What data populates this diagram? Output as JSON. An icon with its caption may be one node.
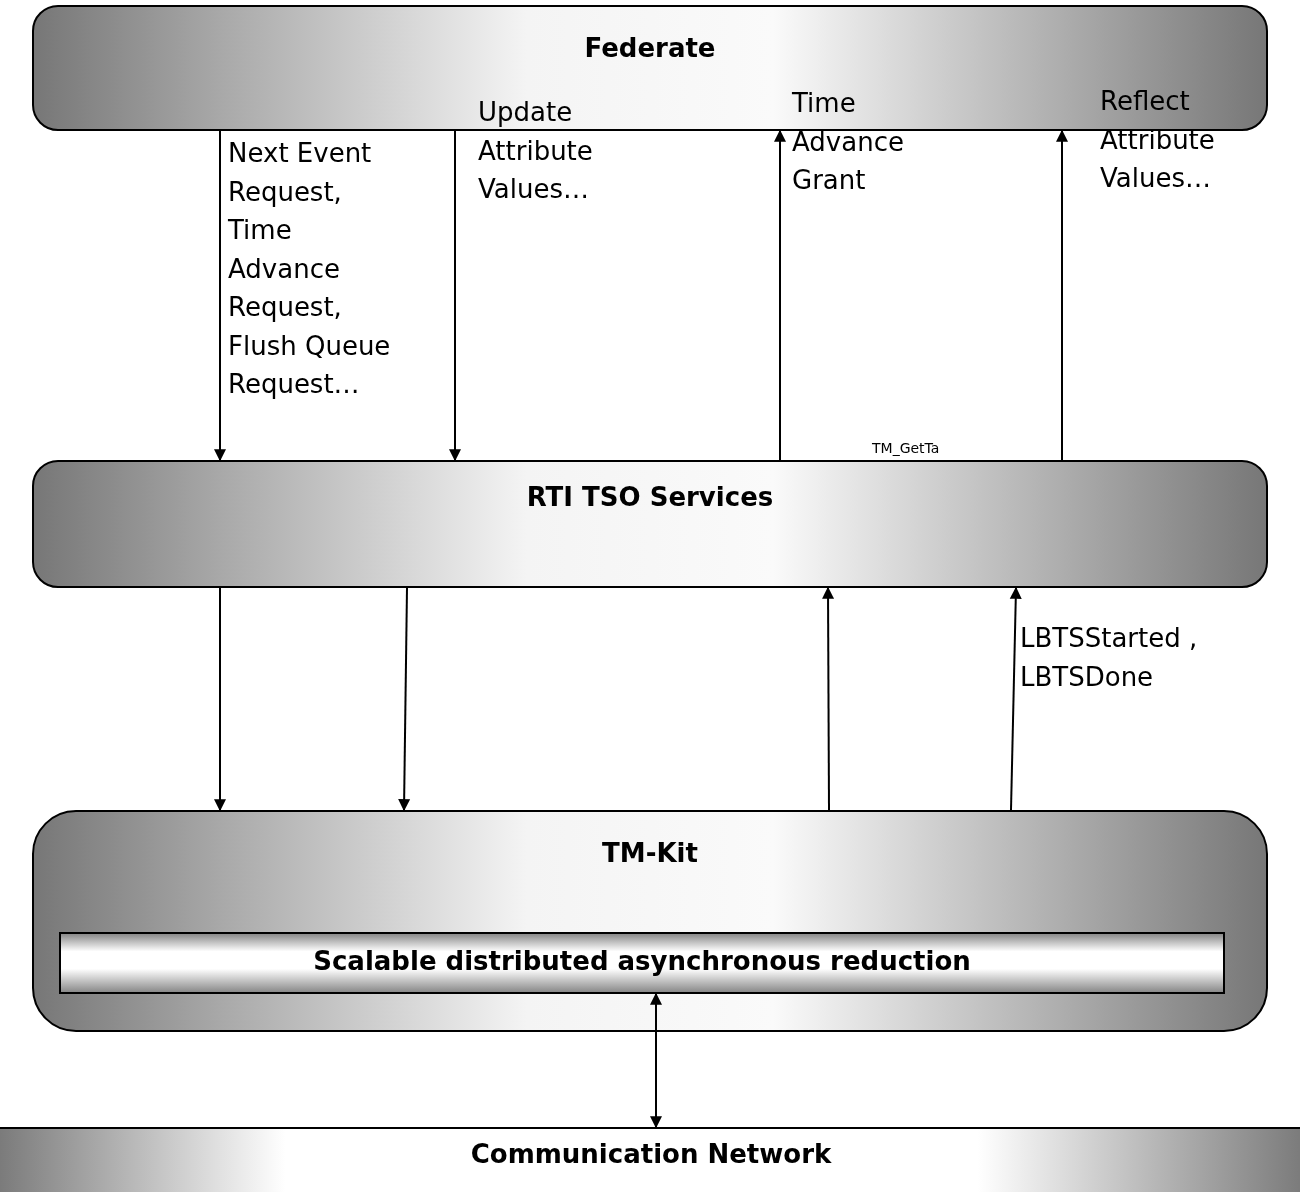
{
  "diagram": {
    "nodes": [
      {
        "text": [
          "Federate"
        ]
      },
      {
        "text": [
          "RTI TSO Services"
        ]
      },
      {
        "text": [
          "TM-Kit"
        ]
      },
      {
        "text": [
          "Scalable distributed asynchronous reduction"
        ],
        "in": 2
      },
      {
        "text": [
          "Communication Network"
        ]
      }
    ],
    "edges": [
      {
        "from": 0,
        "to": 1,
        "arrow": "to",
        "label": "Next Event Request, Time Advance Request, Flush Queue Request…"
      },
      {
        "from": 0,
        "to": 1,
        "arrow": "to",
        "label": "Update Attribute Values…"
      },
      {
        "from": 1,
        "to": 0,
        "arrow": "to",
        "label": "Time Advance Grant"
      },
      {
        "from": 1,
        "to": 0,
        "arrow": "to",
        "label": "Reflect Attribute Values…"
      },
      {
        "from": 1,
        "to": 2,
        "arrow": "to"
      },
      {
        "from": 1,
        "to": 2,
        "arrow": "to"
      },
      {
        "from": 2,
        "to": 1,
        "arrow": "to"
      },
      {
        "from": 2,
        "to": 1,
        "arrow": "to",
        "label": "LBTSStarted , LBTSDone"
      },
      {
        "from": 4,
        "to": 3,
        "arrow": "both"
      }
    ],
    "labels": [
      "TM_GetTa"
    ]
  }
}
